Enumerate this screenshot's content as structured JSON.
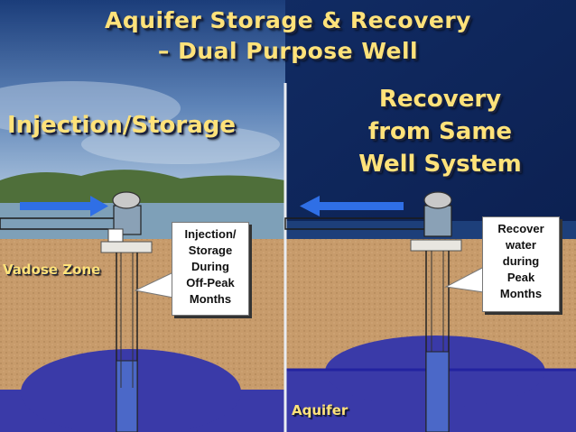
{
  "title": {
    "line1": "Aquifer Storage & Recovery",
    "line2": "– Dual Purpose Well"
  },
  "left_panel": {
    "heading": "Injection/Storage",
    "callout_lines": [
      "Injection/",
      "Storage",
      "During",
      "Off-Peak",
      "Months"
    ],
    "zone_label": "Vadose Zone",
    "arrow_direction": "right"
  },
  "right_panel": {
    "heading_lines": [
      "Recovery",
      "from Same",
      "Well System"
    ],
    "callout_lines": [
      "Recover",
      "water",
      "during",
      "Peak",
      "Months"
    ],
    "zone_label": "Aquifer",
    "arrow_direction": "left"
  },
  "colors": {
    "title_text": "#ffe27a",
    "soil": "#c79b6b",
    "aquifer_water": "#3a3aa8",
    "arrow": "#2f6fe6",
    "divider": "#e9ecf2"
  }
}
